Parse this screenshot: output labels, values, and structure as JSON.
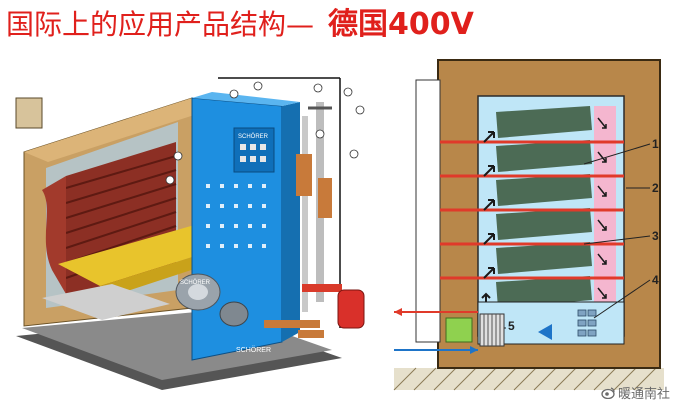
{
  "title": {
    "main": "国际上的应用产品结构—",
    "highlight": "德国400V"
  },
  "left_illustration": {
    "brand_labels": [
      "SCHÖRER",
      "SCHÖRER",
      "SCHÖRER"
    ]
  },
  "right_diagram": {
    "callouts": [
      "1",
      "2",
      "3",
      "4",
      "5"
    ]
  },
  "watermark": "暖通南社",
  "colors": {
    "title": "#e0201c",
    "insulation": "#b88a4a",
    "blue_panel": "#1e8fe0",
    "light_blue": "#bfe6f7",
    "pink": "#f4b6cf",
    "tray_green": "#4c6b55",
    "heater_red": "#e03a2a"
  }
}
